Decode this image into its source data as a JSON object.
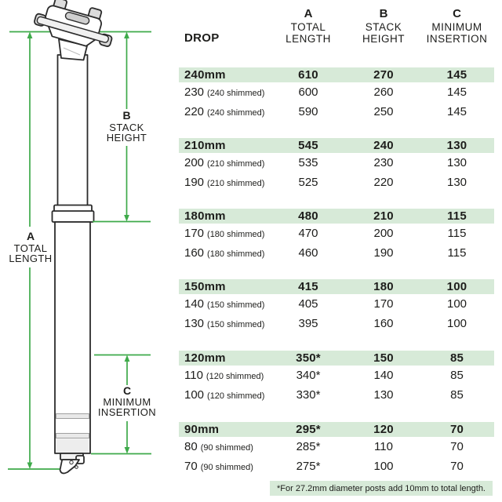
{
  "colors": {
    "dimension_green": "#3eaa4a",
    "row_highlight": "#d7ead8",
    "text": "#1d1d1b"
  },
  "diagram": {
    "dim_a": {
      "letter": "A",
      "line1": "TOTAL",
      "line2": "LENGTH"
    },
    "dim_b": {
      "letter": "B",
      "line1": "STACK",
      "line2": "HEIGHT"
    },
    "dim_c": {
      "letter": "C",
      "line1": "MINIMUM",
      "line2": "INSERTION"
    }
  },
  "table": {
    "header": {
      "drop_label": "DROP",
      "columns": [
        {
          "letter": "A",
          "line1": "TOTAL",
          "line2": "LENGTH"
        },
        {
          "letter": "B",
          "line1": "STACK",
          "line2": "HEIGHT"
        },
        {
          "letter": "C",
          "line1": "MINIMUM",
          "line2": "INSERTION"
        }
      ]
    },
    "sections": [
      {
        "drop": "240mm",
        "total": "610",
        "stack": "270",
        "insertion": "145",
        "rows": [
          {
            "drop": "230",
            "note": "(240 shimmed)",
            "total": "600",
            "stack": "260",
            "insertion": "145"
          },
          {
            "drop": "220",
            "note": "(240 shimmed)",
            "total": "590",
            "stack": "250",
            "insertion": "145"
          }
        ]
      },
      {
        "drop": "210mm",
        "total": "545",
        "stack": "240",
        "insertion": "130",
        "rows": [
          {
            "drop": "200",
            "note": "(210 shimmed)",
            "total": "535",
            "stack": "230",
            "insertion": "130"
          },
          {
            "drop": "190",
            "note": "(210 shimmed)",
            "total": "525",
            "stack": "220",
            "insertion": "130"
          }
        ]
      },
      {
        "drop": "180mm",
        "total": "480",
        "stack": "210",
        "insertion": "115",
        "rows": [
          {
            "drop": "170",
            "note": "(180 shimmed)",
            "total": "470",
            "stack": "200",
            "insertion": "115"
          },
          {
            "drop": "160",
            "note": "(180 shimmed)",
            "total": "460",
            "stack": "190",
            "insertion": "115"
          }
        ]
      },
      {
        "drop": "150mm",
        "total": "415",
        "stack": "180",
        "insertion": "100",
        "rows": [
          {
            "drop": "140",
            "note": "(150 shimmed)",
            "total": "405",
            "stack": "170",
            "insertion": "100"
          },
          {
            "drop": "130",
            "note": "(150 shimmed)",
            "total": "395",
            "stack": "160",
            "insertion": "100"
          }
        ]
      },
      {
        "drop": "120mm",
        "total": "350*",
        "stack": "150",
        "insertion": "85",
        "rows": [
          {
            "drop": "110",
            "note": "(120 shimmed)",
            "total": "340*",
            "stack": "140",
            "insertion": "85"
          },
          {
            "drop": "100",
            "note": "(120 shimmed)",
            "total": "330*",
            "stack": "130",
            "insertion": "85"
          }
        ]
      },
      {
        "drop": "90mm",
        "total": "295*",
        "stack": "120",
        "insertion": "70",
        "rows": [
          {
            "drop": "80",
            "note": "(90 shimmed)",
            "total": "285*",
            "stack": "110",
            "insertion": "70"
          },
          {
            "drop": "70",
            "note": "(90 shimmed)",
            "total": "275*",
            "stack": "100",
            "insertion": "70"
          }
        ]
      }
    ],
    "footnote": "*For 27.2mm diameter posts add 10mm to total length."
  }
}
